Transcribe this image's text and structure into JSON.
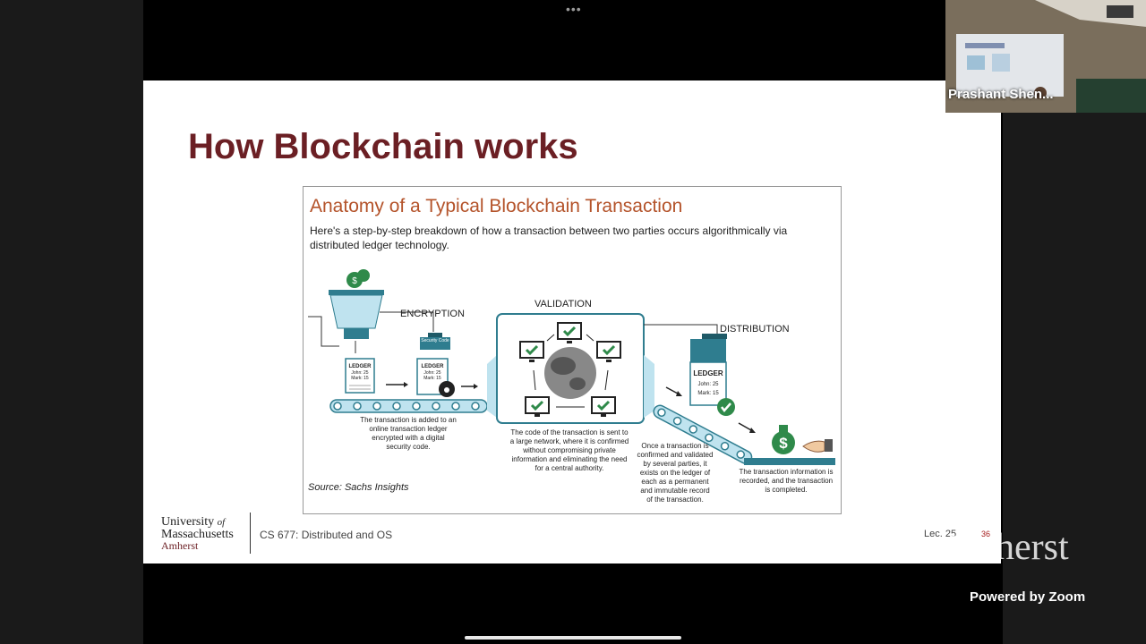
{
  "zoom": {
    "menu_dots": "•••",
    "participant_name": "Prashant Shen...",
    "powered_by": "Powered by Zoom",
    "watermark": "UMassAmherst"
  },
  "slide": {
    "title": "How Blockchain works",
    "footer": {
      "univ_line1": "University",
      "univ_of": "of",
      "univ_line2": "Massachusetts",
      "univ_line3": "Amherst",
      "course": "CS 677: Distributed and OS",
      "lecture": "Lec. 25",
      "page": "36"
    }
  },
  "figure": {
    "title": "Anatomy of a Typical Blockchain Transaction",
    "subtitle": "Here's a step-by-step breakdown of how a transaction between two parties occurs algorithmically via distributed ledger technology.",
    "source": "Source: Sachs Insights",
    "stages": {
      "encryption": "ENCRYPTION",
      "validation": "VALIDATION",
      "distribution": "DISTRIBUTION"
    },
    "ledger": {
      "label": "LEDGER",
      "line1": "John: 25",
      "line2": "Mark: 15",
      "security_code": "Security Code"
    },
    "captions": {
      "added": "The transaction is added to an online transaction ledger encrypted with a digital security code.",
      "sent": "The code of the transaction is sent to a large network, where it is confirmed without compromising private information and eliminating the need for a central authority.",
      "confirmed": "Once a transaction is confirmed and validated by several parties, it exists on the ledger of each as a permanent and immutable record of the transaction.",
      "recorded": "The transaction information is recorded, and the transaction is completed."
    },
    "colors": {
      "teal": "#2f7d8f",
      "light_blue": "#bfe3ef",
      "green": "#2f8a4a",
      "title_orange": "#b4532a"
    }
  }
}
